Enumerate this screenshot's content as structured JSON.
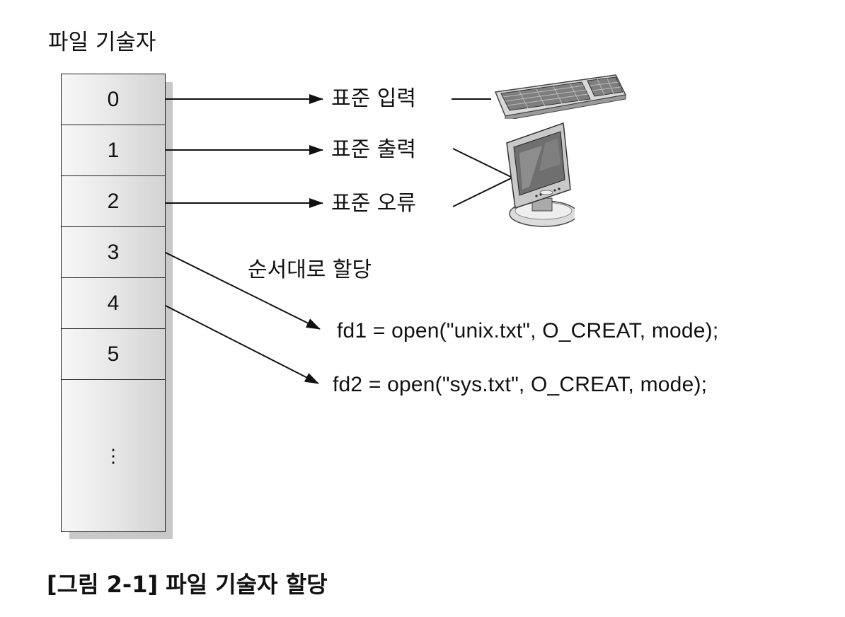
{
  "heading": "파일 기술자",
  "fd_table": {
    "cells": [
      "0",
      "1",
      "2",
      "3",
      "4",
      "5",
      "⋮"
    ]
  },
  "streams": {
    "stdin": "표준 입력",
    "stdout": "표준 출력",
    "stderr": "표준 오류"
  },
  "devices": {
    "keyboard": "keyboard-icon",
    "monitor": "monitor-icon"
  },
  "allocation_label": "순서대로 할당",
  "code": {
    "line1": "fd1 = open(\"unix.txt\", O_CREAT, mode);",
    "line2": "fd2 = open(\"sys.txt\", O_CREAT, mode);"
  },
  "caption": "[그림 2-1] 파일 기술자 할당"
}
